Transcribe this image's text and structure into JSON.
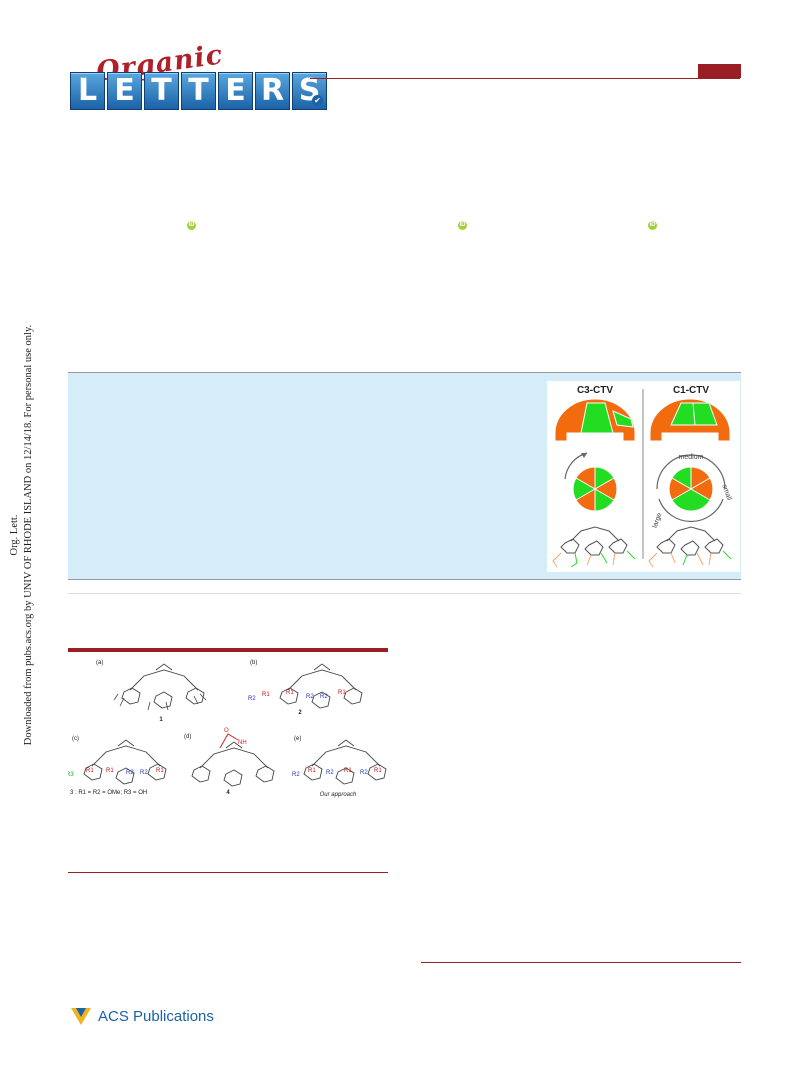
{
  "journal": {
    "script_word": "Organic",
    "letters": [
      "L",
      "E",
      "T",
      "T",
      "E",
      "R",
      "S"
    ]
  },
  "side_notice": {
    "line1": "Org. Lett.",
    "line2": "Downloaded from pubs.acs.org by UNIV OF RHODE ISLAND on 12/14/18. For personal use only."
  },
  "toc": {
    "left_label": "C3-CTV",
    "right_label": "C1-CTV",
    "arc_medium": "medium",
    "arc_large": "large",
    "arc_small": "small"
  },
  "figure": {
    "panels": [
      "(a)",
      "(b)",
      "(c)",
      "(d)",
      "(e)"
    ],
    "compound_1": "1",
    "compound_2": "2",
    "compound_4": "4",
    "compound_3_caption": "3 : R1 = R2 = OMe; R3 = OH",
    "our_approach": "Our approach",
    "nh": "NH",
    "o": "O",
    "label_R1": "R1",
    "label_R2": "R2",
    "label_R3": "R3"
  },
  "publisher": {
    "name": "ACS Publications"
  },
  "colors": {
    "accent": "#9a1f25",
    "blue": "#1b62a8",
    "panel": "#d5edf8",
    "orange": "#f26b0f",
    "green": "#22dd22"
  }
}
